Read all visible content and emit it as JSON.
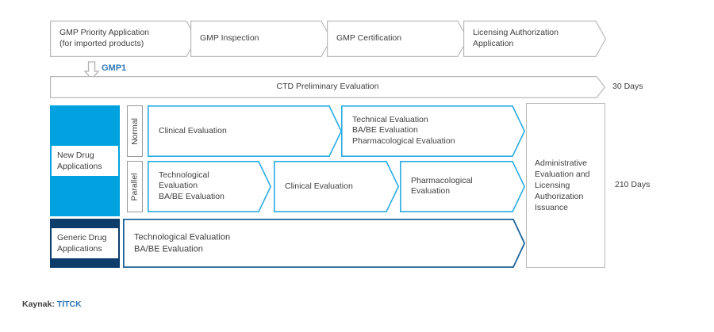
{
  "title": "Pharmaceutical Licensing Process Flow Diagram",
  "colors": {
    "new_drug_blue": "#00A3DF",
    "generic_drug_navy": "#0C3D6B",
    "chevron_cyan": "#29ABE2",
    "chevron_gray": "#b9b9b9",
    "accent_text_blue": "#2e75b6",
    "text_gray": "#3f3f3f"
  },
  "top_row": {
    "steps": [
      {
        "label": "GMP Priority Application\n(for imported products)"
      },
      {
        "label": "GMP Inspection"
      },
      {
        "label": "GMP Certification"
      },
      {
        "label": "Licensing Authorization\nApplication"
      }
    ]
  },
  "gmp1": {
    "label": "GMP1",
    "arrow_icon": "down-arrow-icon"
  },
  "ctd": {
    "label": "CTD Preliminary Evaluation",
    "duration": "30 Days"
  },
  "new_drug": {
    "category_label": "New Drug\nApplications",
    "tracks": [
      {
        "tab_label": "Normal",
        "steps": [
          {
            "label": "Clinical Evaluation"
          },
          {
            "label": "Technical Evaluation\nBA/BE Evaluation\nPharmacological Evaluation"
          }
        ]
      },
      {
        "tab_label": "Parallel",
        "steps": [
          {
            "label": "Technological\nEvaluation\nBA/BE Evaluation"
          },
          {
            "label": "Clinical Evaluation"
          },
          {
            "label": "Pharmacological\nEvaluation"
          }
        ]
      }
    ]
  },
  "generic_drug": {
    "category_label": "Generic Drug\nApplications",
    "steps": [
      {
        "label": "Technological Evaluation\nBA/BE Evaluation"
      }
    ]
  },
  "administrative": {
    "label": "Administrative\nEvaluation and\nLicensing\nAuthorization\nIssuance",
    "duration": "210 Days"
  },
  "footer": {
    "prefix": "Kaynak:",
    "source": "TİTCK"
  }
}
